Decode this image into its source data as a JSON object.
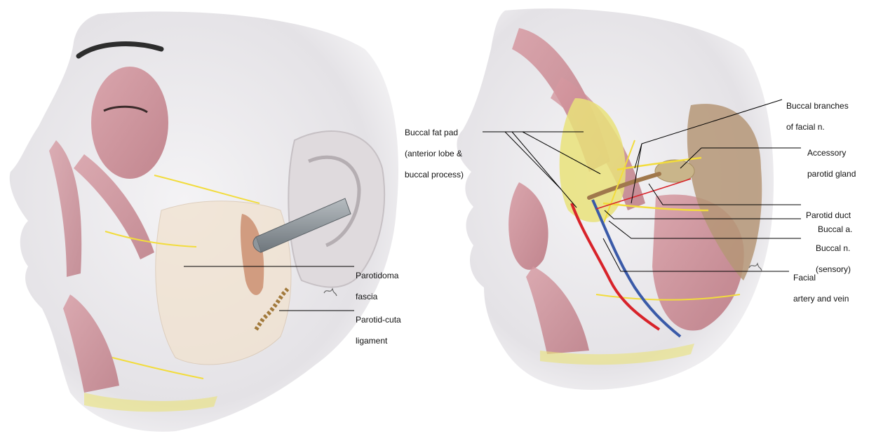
{
  "left_panel": {
    "labels": {
      "parotidomasseteric_fascia": [
        "Parotidoma",
        "fascia"
      ],
      "parotid_cutaneous_ligament": [
        "Parotid-cuta",
        "ligament"
      ]
    }
  },
  "right_panel": {
    "labels": {
      "buccal_fat_pad": [
        "Buccal fat pad",
        "(anterior lobe &",
        "buccal process)"
      ],
      "buccal_branches": [
        "Buccal branches",
        "of facial n."
      ],
      "accessory_parotid": [
        "Accessory",
        "parotid gland"
      ],
      "parotid_duct": [
        "Parotid duct"
      ],
      "buccal_artery": [
        "Buccal a."
      ],
      "buccal_nerve": [
        "Buccal n.",
        "(sensory)"
      ],
      "facial_artery_vein": [
        "Facial",
        "artery and vein"
      ]
    }
  },
  "colors": {
    "skin": "#ecebed",
    "muscle": "#c98a93",
    "fat": "#e9e27a",
    "nerve": "#f2dc3c",
    "artery": "#d8232a",
    "vein": "#3a5aa8",
    "retractor": "#8e969c",
    "gland": "#c9b58a"
  }
}
